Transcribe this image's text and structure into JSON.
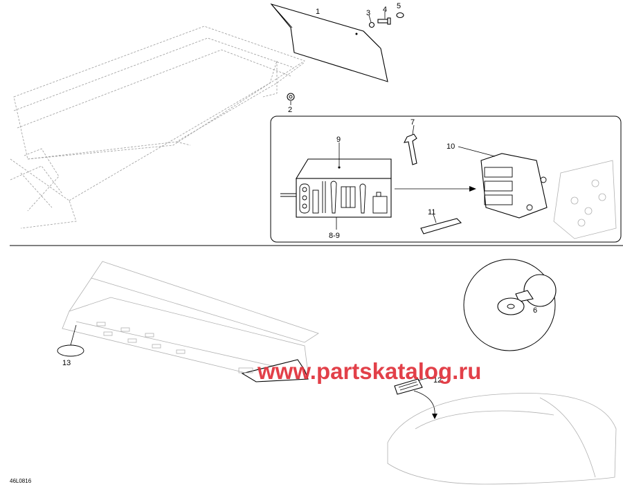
{
  "diagram": {
    "callouts": {
      "c1": "1",
      "c2": "2",
      "c3": "3",
      "c4": "4",
      "c5": "5",
      "c6": "6",
      "c7": "7",
      "c8_9": "8-9",
      "c9": "9",
      "c10": "10",
      "c11": "11",
      "c12": "12",
      "c13": "13"
    },
    "drawing_code": "46L0816",
    "watermark": "www.partskatalog.ru"
  }
}
